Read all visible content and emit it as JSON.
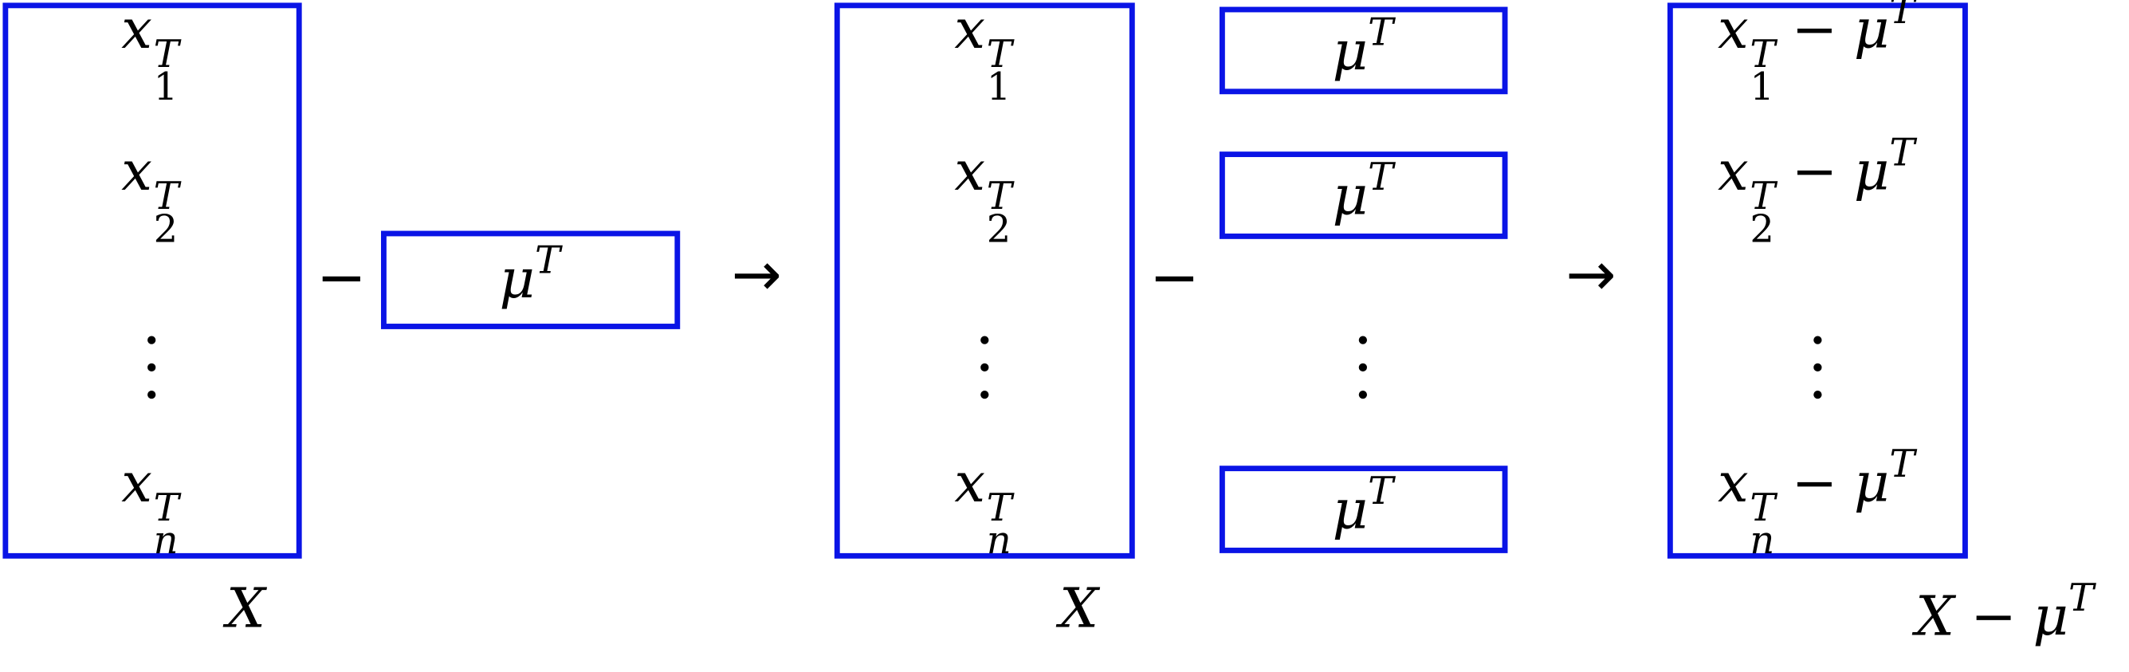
{
  "colors": {
    "box_stroke": "#0a14e6",
    "text": "#000000"
  },
  "symbols": {
    "x": "x",
    "mu": "μ",
    "T": "T",
    "minus": "−",
    "arrow": "→",
    "sub_1": "1",
    "sub_2": "2",
    "sub_n": "n"
  },
  "labels": {
    "X": "X",
    "result_label_X": "X",
    "result_label_minus": "−",
    "result_label_mu": "μ",
    "result_label_T": "T"
  }
}
